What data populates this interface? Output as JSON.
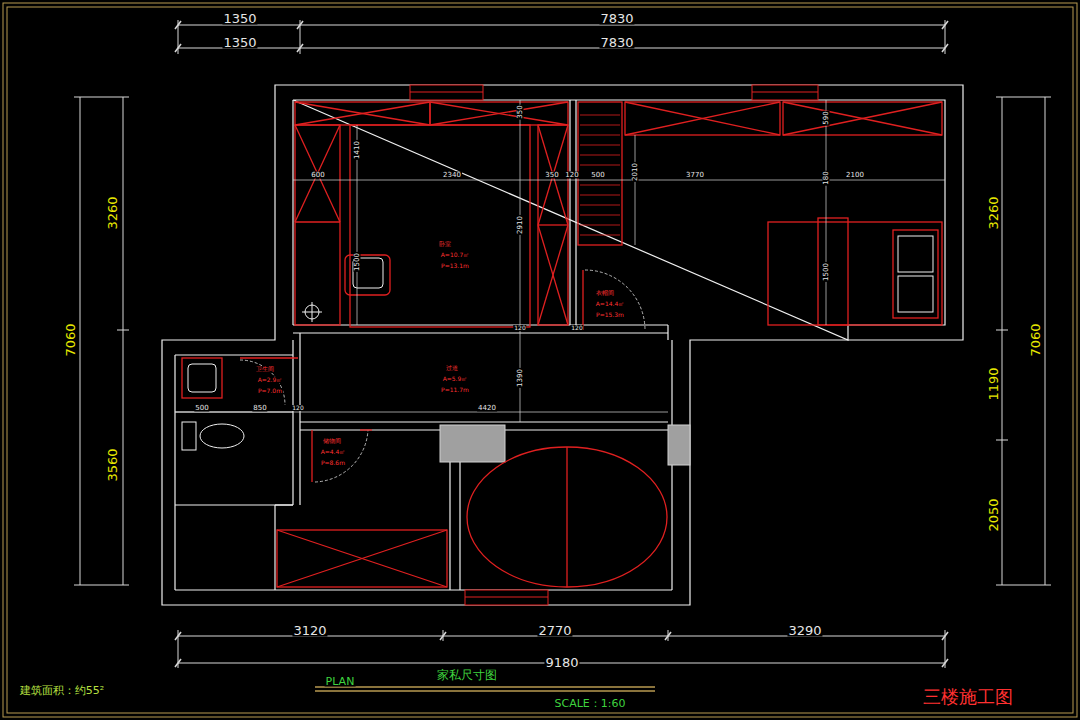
{
  "diagram": {
    "title": "家私尺寸图",
    "labels": [
      "1350",
      "7830",
      "1350",
      "7830",
      "3260",
      "7060",
      "3560",
      "3260",
      "7060",
      "1190",
      "2050",
      "3120",
      "2770",
      "3290",
      "9180",
      "600",
      "2340",
      "350",
      "120",
      "500",
      "3770",
      "2100",
      "350",
      "590",
      "1410",
      "2910",
      "1500",
      "2010",
      "180",
      "1500",
      "120",
      "120",
      "1390",
      "500",
      "850",
      "120",
      "4420",
      "卧室",
      "A=10.7㎡",
      "P=13.1m",
      "衣帽间",
      "A=14.4㎡",
      "P=15.3m",
      "过道",
      "A=5.9㎡",
      "P=11.7m",
      "卫生间",
      "A=2.9㎡",
      "P=7.0m",
      "储物间",
      "A=4.4㎡",
      "P=8.6m",
      "建筑面积：约55²",
      "PLAN",
      "SCALE：1:60",
      "三楼施工图"
    ]
  }
}
